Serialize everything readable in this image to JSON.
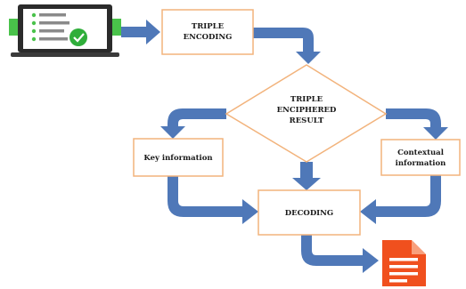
{
  "nodes": {
    "triple_encoding": {
      "line1": "TRIPLE",
      "line2": "ENCODING"
    },
    "triple_enciphered": {
      "line1": "TRIPLE",
      "line2": "ENCIPHERED",
      "line3": "RESULT"
    },
    "key_information": {
      "label": "Key information"
    },
    "contextual_information": {
      "line1": "Contextual",
      "line2": "information"
    },
    "decoding": {
      "label": "DECODING"
    }
  },
  "icons": {
    "source": "laptop-checklist-icon",
    "output": "document-icon"
  },
  "colors": {
    "arrow": "#4f78b8",
    "node_border": "#f2b37c",
    "laptop_screen_green": "#49c24a",
    "check_green": "#2fae3a",
    "document_orange": "#f0501e"
  }
}
